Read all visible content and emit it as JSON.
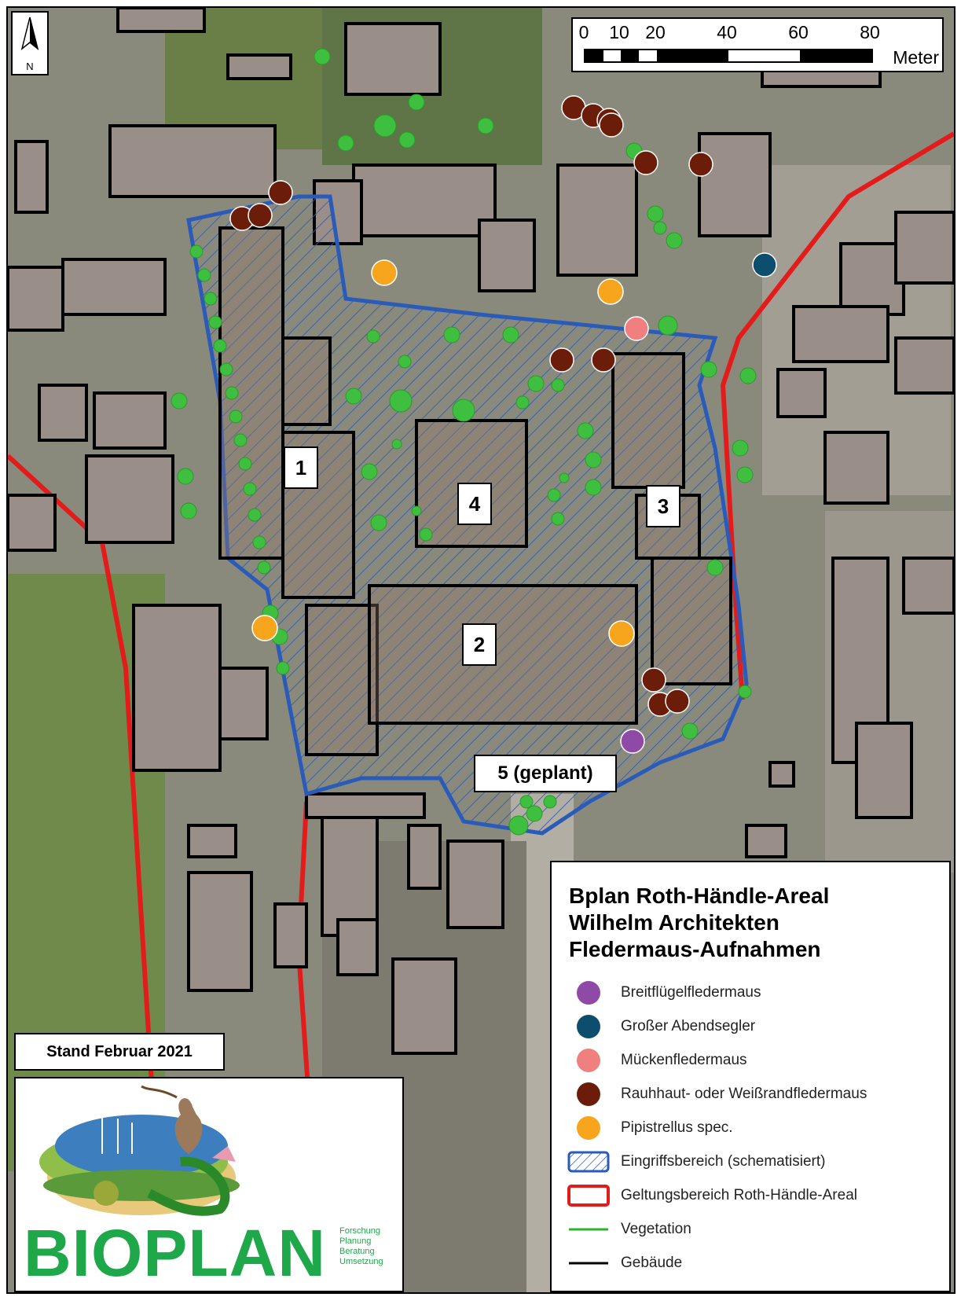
{
  "scale": {
    "ticks": [
      "0",
      "10",
      "20",
      "40",
      "60",
      "80"
    ],
    "unit": "Meter"
  },
  "north": {
    "label": "N"
  },
  "area_labels": {
    "a1": "1",
    "a2": "2",
    "a3": "3",
    "a4": "4",
    "a5": "5 (geplant)"
  },
  "stand": "Stand Februar 2021",
  "legend": {
    "title_lines": [
      "Bplan Roth-Händle-Areal",
      "Wilhelm Architekten",
      "Fledermaus-Aufnahmen"
    ],
    "items": [
      {
        "label": "Breitflügelfledermaus",
        "symbol": "dot",
        "color": "#8f4aa8"
      },
      {
        "label": "Großer Abendsegler",
        "symbol": "dot",
        "color": "#0d4d6e"
      },
      {
        "label": "Mückenfledermaus",
        "symbol": "dot",
        "color": "#f08080"
      },
      {
        "label": "Rauhhaut- oder Weißrandfledermaus",
        "symbol": "dot",
        "color": "#6b1d0a"
      },
      {
        "label": "Pipistrellus spec.",
        "symbol": "dot",
        "color": "#f7a51c"
      },
      {
        "label": "Eingriffsbereich (schematisiert)",
        "symbol": "hatch",
        "color": "#2b5bb8"
      },
      {
        "label": "Geltungsbereich Roth-Händle-Areal",
        "symbol": "red-box",
        "color": "#e31b1b"
      },
      {
        "label": "Vegetation",
        "symbol": "green-line",
        "color": "#2bb32b"
      },
      {
        "label": "Gebäude",
        "symbol": "black-line",
        "color": "#000000"
      }
    ]
  },
  "logo": {
    "wordmark": "BIOPLAN",
    "tagline": [
      "Forschung",
      "Planung",
      "Beratung",
      "Umsetzung"
    ]
  }
}
